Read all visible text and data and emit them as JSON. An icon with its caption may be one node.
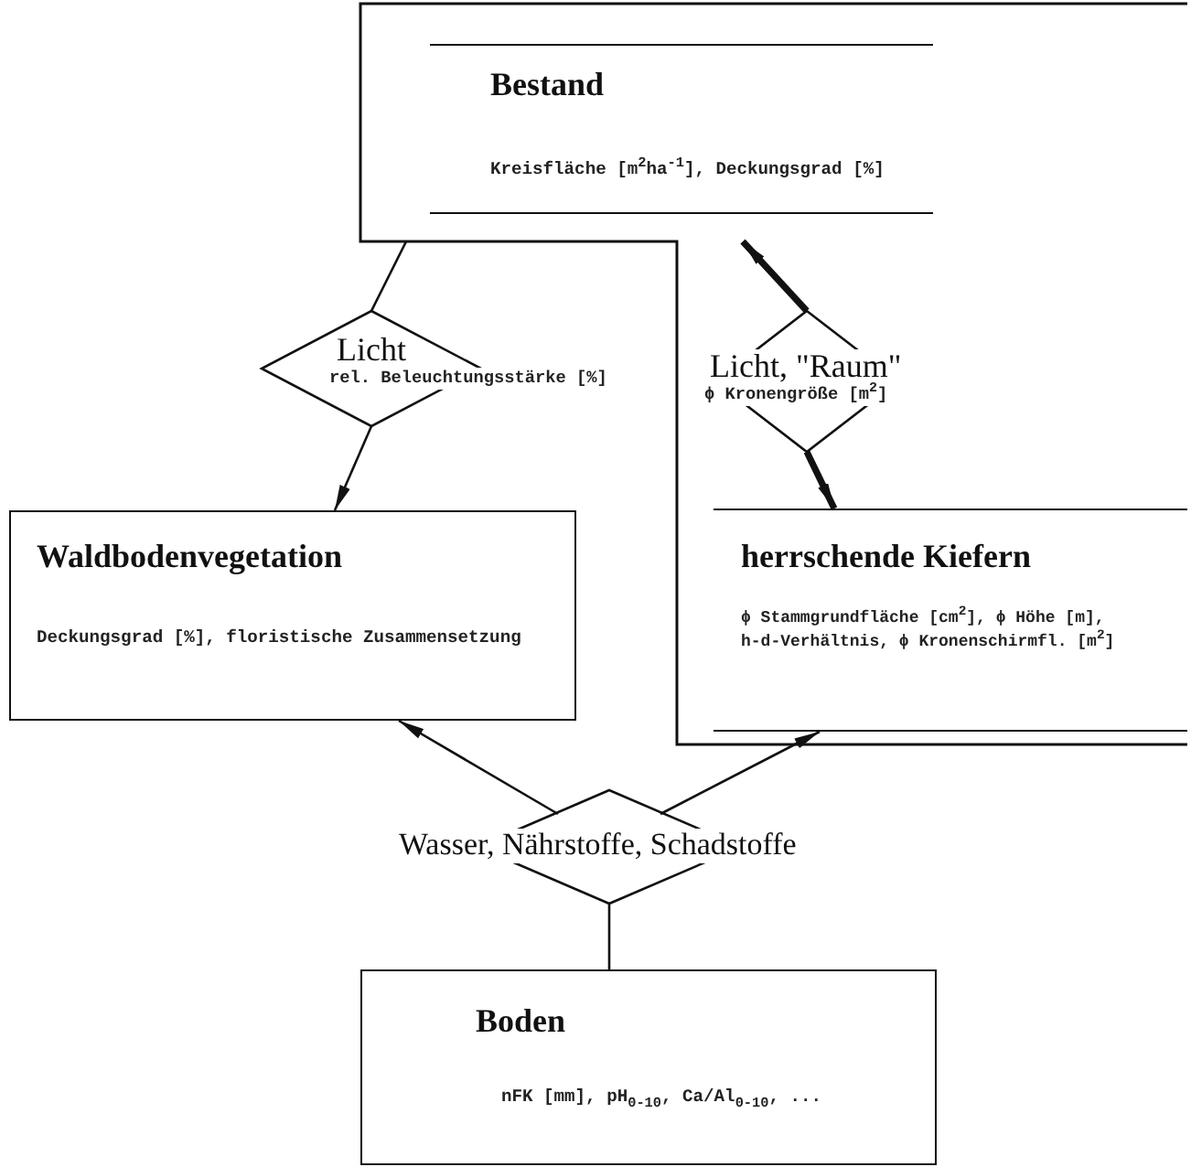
{
  "diagram": {
    "nodes": [
      {
        "text": [
          "Bestand",
          "Kreisfläche [m$^{2}$ha$^{-1}$], Deckungsgrad [%]"
        ]
      },
      {
        "text": [
          "Licht",
          "rel. Beleuchtungsstärke [%]"
        ]
      },
      {
        "text": [
          "Licht, \"Raum\"",
          "ϕ Kronengröße [m$^{2}$]"
        ]
      },
      {
        "text": [
          "Waldbodenvegetation",
          "Deckungsgrad [%], floristische Zusammensetzung"
        ]
      },
      {
        "text": [
          "herrschende Kiefern",
          "ϕ Stammgrundfläche [cm$^{2}$], ϕ Höhe [m], h-d-Verhältnis, ϕ Kronenschirmfl. [m$^{2}$]"
        ]
      },
      {
        "text": [
          "Wasser, Nährstoffe, Schadstoffe"
        ]
      },
      {
        "text": [
          "Boden",
          "nFK [mm], pH$_{0-10}$, Ca/Al$_{0-10}$, ..."
        ]
      }
    ],
    "edges": [
      {
        "from": 0,
        "to": 1,
        "arrow": "none"
      },
      {
        "from": 1,
        "to": 3,
        "arrow": "to"
      },
      {
        "from": 2,
        "to": 0,
        "arrow": "to",
        "style": "thick"
      },
      {
        "from": 2,
        "to": 4,
        "arrow": "to",
        "style": "thick"
      },
      {
        "from": 5,
        "to": 3,
        "arrow": "to"
      },
      {
        "from": 5,
        "to": 4,
        "arrow": "to"
      },
      {
        "from": 6,
        "to": 5,
        "arrow": "none"
      }
    ]
  }
}
